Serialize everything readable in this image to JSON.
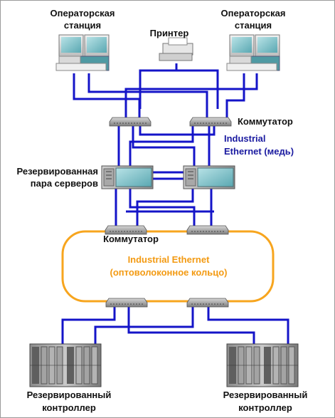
{
  "labels": {
    "operator_station_left_1": "Операторская",
    "operator_station_left_2": "станция",
    "operator_station_right_1": "Операторская",
    "operator_station_right_2": "станция",
    "printer": "Принтер",
    "switch_top": "Коммутатор",
    "ie_copper_1": "Industrial",
    "ie_copper_2": "Ethernet (медь)",
    "servers_1": "Резервированная",
    "servers_2": "пара серверов",
    "switch_ring": "Коммутатор",
    "ring_1": "Industrial Ethernet",
    "ring_2": "(оптоволоконное кольцо)",
    "controller_left_1": "Резервированный",
    "controller_left_2": "контроллер",
    "controller_right_1": "Резервированный",
    "controller_right_2": "контроллер"
  },
  "colors": {
    "cable": "#1414c8",
    "ring": "#f7a51e",
    "label_blue": "#1a1aa0",
    "label_orange": "#f39a12"
  },
  "icons": [
    "operator-station-icon",
    "printer-icon",
    "network-switch-icon",
    "server-icon",
    "plc-controller-icon"
  ]
}
